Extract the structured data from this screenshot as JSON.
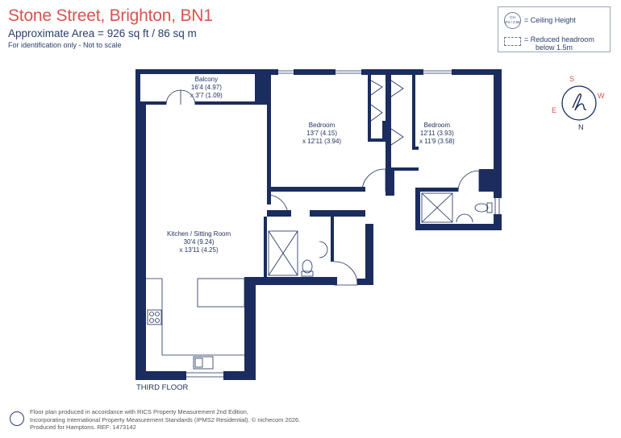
{
  "header": {
    "title": "Stone Street, Brighton, BN1",
    "area": "Approximate Area = 926 sq ft / 86 sq m",
    "note": "For identification only - Not to scale"
  },
  "legend": {
    "ch_line1": "CH",
    "ch_line2": "8'4 / 2.55",
    "ceiling_height": "= Ceiling Height",
    "reduced_headroom_1": "= Reduced headroom",
    "reduced_headroom_2": "below 1.5m"
  },
  "compass": {
    "s": "S",
    "w": "W",
    "e": "E",
    "n": "N",
    "accent": "#d9534f"
  },
  "rooms": {
    "balcony": {
      "name": "Balcony",
      "dim1": "16'4 (4.97)",
      "dim2": "x 3'7 (1.09)"
    },
    "bedroom1": {
      "name": "Bedroom",
      "dim1": "13'7 (4.15)",
      "dim2": "x 12'11 (3.94)"
    },
    "bedroom2": {
      "name": "Bedroom",
      "dim1": "12'11 (3.93)",
      "dim2": "x 11'9 (3.58)"
    },
    "kitchen": {
      "name": "Kitchen / Sitting Room",
      "dim1": "30'4 (9.24)",
      "dim2": "x 13'11 (4.25)"
    }
  },
  "floor": "THIRD FLOOR",
  "footer": {
    "line1": "Floor plan produced in accordance with RICS Property Measurement 2nd Edition,",
    "line2": "Incorporating International Property Measurement Standards (IPMS2 Residential).  © nichecom 2026.",
    "line3": "Produced for Hamptons.   REF: 1473142"
  },
  "colors": {
    "wall": "#1b2d5e",
    "title": "#d9534f",
    "text": "#2a3d6d"
  }
}
